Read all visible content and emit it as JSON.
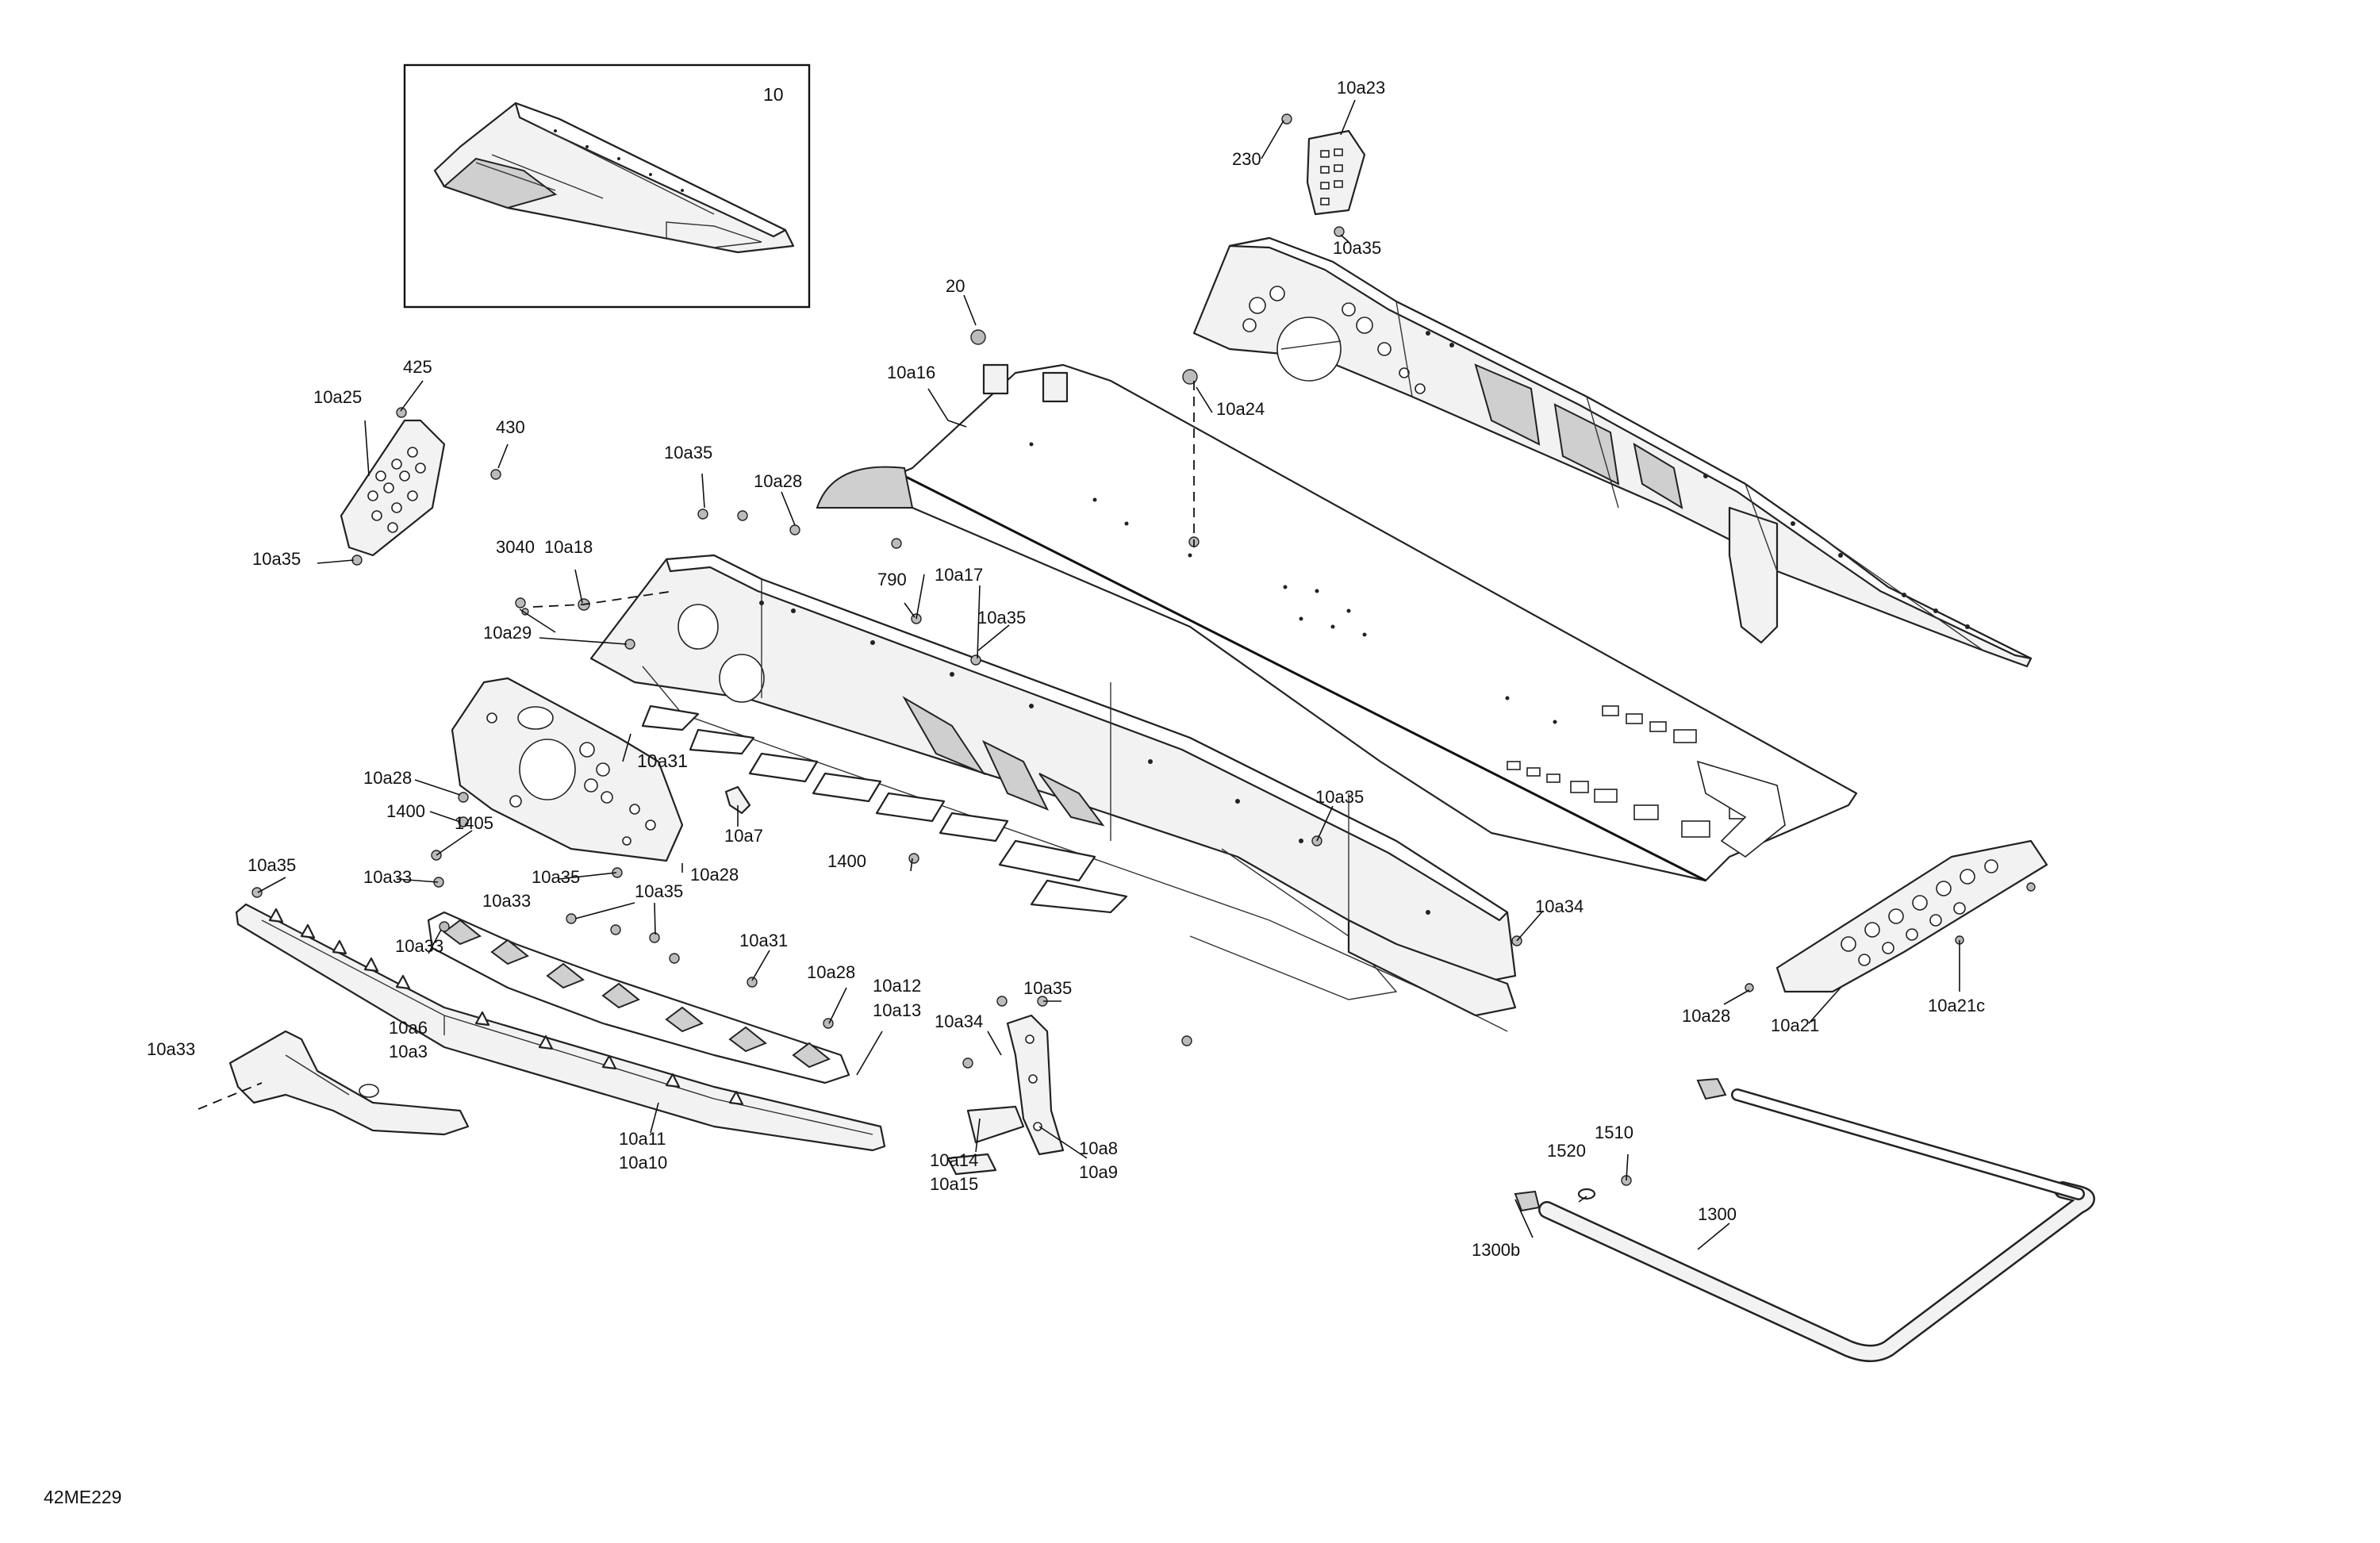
{
  "figure_id": "42ME229",
  "inset": {
    "label": "10"
  },
  "callouts": [
    "10",
    "10a23",
    "230",
    "10a35",
    "20",
    "10a16",
    "10a24",
    "425",
    "10a25",
    "430",
    "10a35",
    "10a28",
    "10a35",
    "3040",
    "10a18",
    "790",
    "10a17",
    "10a35",
    "10a29",
    "10a28",
    "10a31",
    "1400",
    "10a7",
    "1405",
    "10a35",
    "10a28",
    "10a35",
    "10a33",
    "10a33",
    "10a35",
    "1400",
    "10a35",
    "10a33",
    "10a31",
    "10a34",
    "10a28",
    "10a12",
    "10a13",
    "10a33",
    "10a6",
    "10a3",
    "10a35",
    "10a34",
    "10a11",
    "10a10",
    "10a8",
    "10a9",
    "10a14",
    "10a15",
    "10a28",
    "10a21",
    "10a21c",
    "1510",
    "1520",
    "1300",
    "1300b"
  ]
}
